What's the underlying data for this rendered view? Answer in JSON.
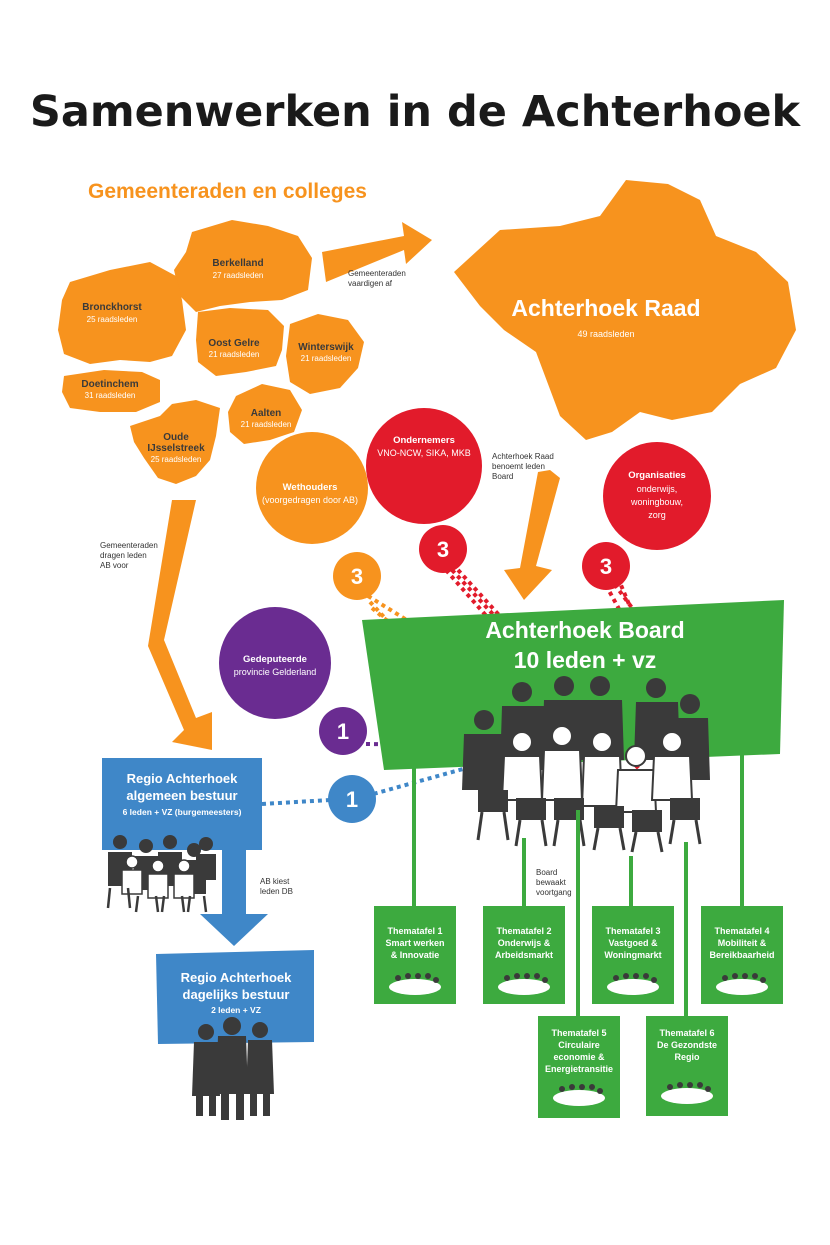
{
  "title": "Samenwerken in de Achterhoek",
  "subtitle": "Gemeenteraden en colleges",
  "colors": {
    "orange": "#f7931e",
    "red": "#e21b2b",
    "purple": "#6a2c91",
    "green": "#3daa3f",
    "blue": "#3f87c8",
    "dark": "#3a3a3a"
  },
  "municipalities": [
    {
      "name": "Berkelland",
      "seats": "27 raadsleden"
    },
    {
      "name": "Bronckhorst",
      "seats": "25 raadsleden"
    },
    {
      "name": "Oost Gelre",
      "seats": "21 raadsleden"
    },
    {
      "name": "Winterswijk",
      "seats": "21 raadsleden"
    },
    {
      "name": "Doetinchem",
      "seats": "31 raadsleden"
    },
    {
      "name": "Aalten",
      "seats": "21 raadsleden"
    },
    {
      "name": "Oude",
      "name2": "IJsselstreek",
      "seats": "25 raadsleden"
    }
  ],
  "raad": {
    "name": "Achterhoek Raad",
    "seats": "49 raadsleden"
  },
  "notes": {
    "vaardigen": [
      "Gemeenteraden",
      "vaardigen af"
    ],
    "benoemt": [
      "Achterhoek Raad",
      "benoemt leden",
      "Board"
    ],
    "dragen": [
      "Gemeenteraden",
      "dragen leden",
      "AB voor"
    ],
    "kiest": [
      "AB kiest",
      "leden DB"
    ],
    "bewaakt": [
      "Board",
      "bewaakt",
      "voortgang"
    ]
  },
  "bubbles": {
    "ondernemers": {
      "title": "Ondernemers",
      "sub": "VNO-NCW, SIKA, MKB",
      "count": "3"
    },
    "wethouders": {
      "title": "Wethouders",
      "sub": "(voorgedragen door AB)",
      "count": "3"
    },
    "organisaties": {
      "title": "Organisaties",
      "sub1": "onderwijs,",
      "sub2": "woningbouw,",
      "sub3": "zorg",
      "count": "3"
    },
    "gedeputeerde": {
      "title": "Gedeputeerde",
      "sub": "provincie Gelderland",
      "count": "1"
    },
    "ab_count": "1"
  },
  "board": {
    "line1": "Achterhoek Board",
    "line2": "10 leden + vz"
  },
  "ab": {
    "line1": "Regio Achterhoek",
    "line2": "algemeen bestuur",
    "line3": "6 leden + VZ (burgemeesters)"
  },
  "db": {
    "line1": "Regio Achterhoek",
    "line2": "dagelijks bestuur",
    "line3": "2 leden + VZ"
  },
  "thematafels": [
    {
      "title": "Thematafel 1",
      "l1": "Smart werken",
      "l2": "& Innovatie",
      "l3": ""
    },
    {
      "title": "Thematafel 2",
      "l1": "Onderwijs &",
      "l2": "Arbeidsmarkt",
      "l3": ""
    },
    {
      "title": "Thematafel 3",
      "l1": "Vastgoed &",
      "l2": "Woningmarkt",
      "l3": ""
    },
    {
      "title": "Thematafel 4",
      "l1": "Mobiliteit &",
      "l2": "Bereikbaarheid",
      "l3": ""
    },
    {
      "title": "Thematafel 5",
      "l1": "Circulaire",
      "l2": "economie &",
      "l3": "Energietransitie"
    },
    {
      "title": "Thematafel 6",
      "l1": "De Gezondste",
      "l2": "Regio",
      "l3": ""
    }
  ]
}
